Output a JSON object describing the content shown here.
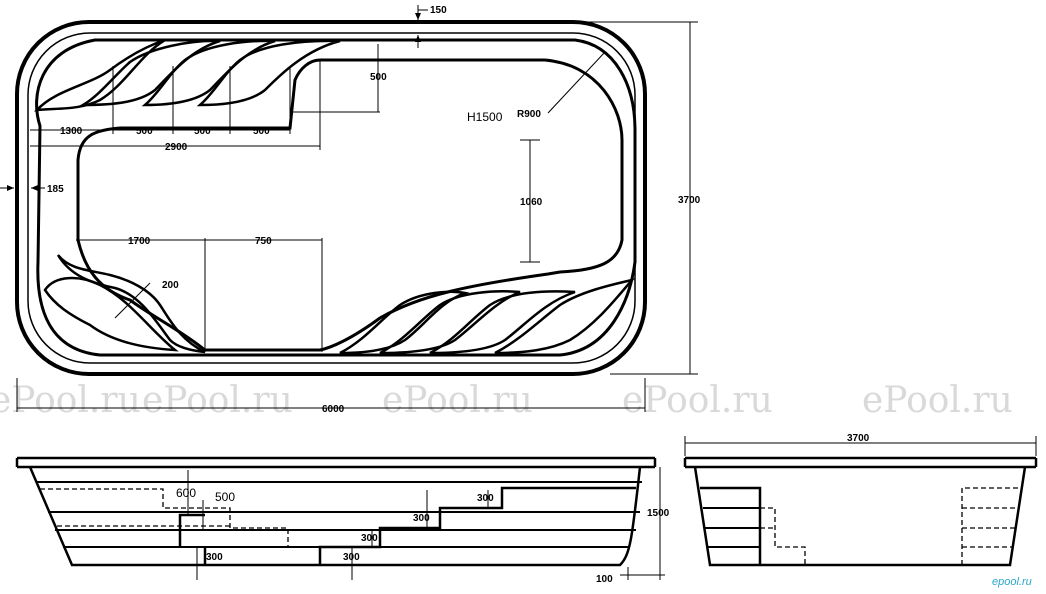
{
  "plan": {
    "depth_label": "H1500",
    "radius_label": "R900",
    "dims": {
      "rim_150": "150",
      "side_185": "185",
      "step_depth_500": "500",
      "seg_1300": "1300",
      "seg_500a": "500",
      "seg_500b": "500",
      "seg_500c": "500",
      "seg_2900": "2900",
      "width_1060": "1060",
      "height_3700": "3700",
      "seg_1700": "1700",
      "seg_750": "750",
      "radius_200": "200",
      "length_6000": "6000"
    }
  },
  "long_section": {
    "dims": {
      "d600": "600",
      "d500": "500",
      "d300_left": "300",
      "d300_mid": "300",
      "d300_s1": "300",
      "d300_s2": "300",
      "d300_s3": "300",
      "d1500": "1500",
      "d100": "100"
    }
  },
  "cross_section": {
    "dims": {
      "width_3700": "3700"
    }
  },
  "watermarks": [
    "ePool.ru",
    "ePool.ru",
    "ePool.ru",
    "ePool.ru",
    "ePool.ru"
  ],
  "logo": "epool.ru"
}
